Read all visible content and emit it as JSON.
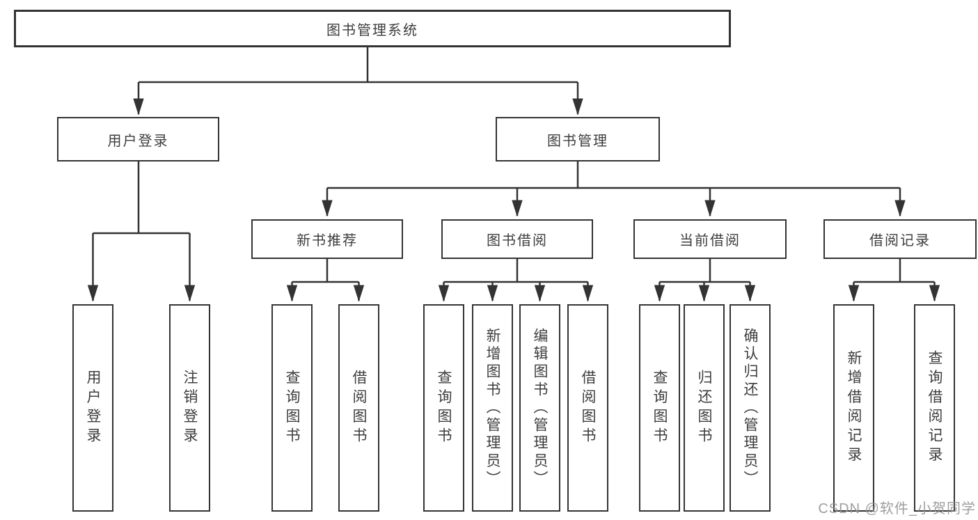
{
  "diagram": {
    "root_label": "图书管理系统",
    "level2": [
      "用户登录",
      "图书管理"
    ],
    "level3": [
      "新书推荐",
      "图书借阅",
      "当前借阅",
      "借阅记录"
    ],
    "leaf_groups": [
      [
        "用户登录",
        "注销登录"
      ],
      [
        "查询图书",
        "借阅图书"
      ],
      [
        "查询图书",
        "新增图书（管理员）",
        "编辑图书（管理员）",
        "借阅图书"
      ],
      [
        "查询图书",
        "归还图书",
        "确认归还（管理员）"
      ],
      [
        "新增借阅记录",
        "查询借阅记录"
      ]
    ]
  },
  "watermark": "CSDN @软件_小贺同学",
  "colors": {
    "line": "#333333",
    "text": "#3d3d3d",
    "watermark": "#949494",
    "background": "#ffffff"
  }
}
